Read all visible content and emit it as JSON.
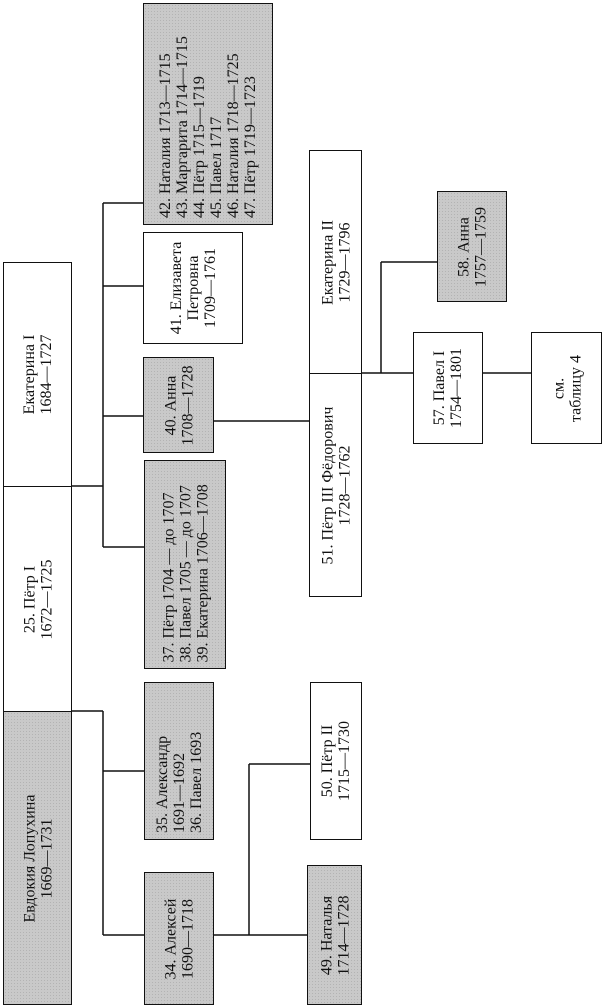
{
  "boxes": {
    "ekaterina1": {
      "lines": [
        "Екатерина I",
        "1684—1727"
      ],
      "shaded": false
    },
    "petr1": {
      "lines": [
        "25. Пётр I",
        "1672—1725"
      ],
      "shaded": false
    },
    "evdokia": {
      "lines": [
        "Евдокия Лопухина",
        "1669—1731"
      ],
      "shaded": true
    },
    "children42_47": {
      "lines": [
        "42. Наталия 1713—1715",
        "43. Маргарита 1714—1715",
        "44. Пётр 1715—1719",
        "45. Павел 1717",
        "46. Наталия 1718—1725",
        "47. Пётр 1719—1723"
      ],
      "shaded": true
    },
    "elizaveta": {
      "lines": [
        "41. Елизавета",
        "Петровна",
        "1709—1761"
      ],
      "shaded": false
    },
    "anna40": {
      "lines": [
        "40. Анна",
        "1708—1728"
      ],
      "shaded": true
    },
    "children37_39": {
      "lines": [
        "37. Пётр 1704 — до 1707",
        "38. Павел 1705 — до 1707",
        "39. Екатерина 1706—1708"
      ],
      "shaded": true
    },
    "children35_36": {
      "lines": [
        "35. Александр",
        "1691—1692",
        "36. Павел 1693"
      ],
      "shaded": true
    },
    "aleksei": {
      "lines": [
        "34. Алексей",
        "1690—1718"
      ],
      "shaded": true
    },
    "ekaterina2": {
      "lines": [
        "Екатерина II",
        "1729—1796"
      ],
      "shaded": false
    },
    "petr3": {
      "lines": [
        "51. Пётр III Фёдорович",
        "1728—1762"
      ],
      "shaded": false
    },
    "petr2": {
      "lines": [
        "50. Пётр II",
        "1715—1730"
      ],
      "shaded": false
    },
    "natalia49": {
      "lines": [
        "49. Наталья",
        "1714—1728"
      ],
      "shaded": true
    },
    "pavel1": {
      "lines": [
        "57. Павел I",
        "1754—1801"
      ],
      "shaded": false
    },
    "anna58": {
      "lines": [
        "58. Анна",
        "1757—1759"
      ],
      "shaded": true
    },
    "see_table": {
      "lines": [
        "см.",
        "таблицу 4"
      ],
      "shaded": false
    }
  }
}
